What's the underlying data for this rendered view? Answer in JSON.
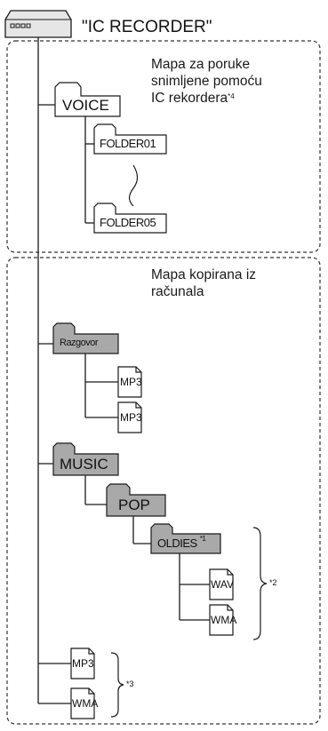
{
  "root": {
    "label": "\"IC RECORDER\"",
    "device_icon": "usb-drive-icon"
  },
  "recorded_section": {
    "caption": "Mapa za poruke snimljene pomoću IC rekordera",
    "caption_lines": [
      "Mapa za poruke",
      "snimljene pomoću",
      "IC rekordera"
    ],
    "caption_footnote": "*4",
    "voice_folder": "VOICE",
    "subfolders": [
      "FOLDER01",
      "FOLDER05"
    ],
    "ellipsis_glyph": "wavy-vertical-ellipsis"
  },
  "copied_section": {
    "caption": "Mapa kopirana iz računala",
    "caption_lines": [
      "Mapa kopirana iz",
      "računala"
    ],
    "talk_folder": {
      "label": "Razgovor",
      "files": [
        "MP3",
        "MP3"
      ]
    },
    "music_folder": {
      "label": "MUSIC",
      "pop_folder": {
        "label": "POP",
        "oldies_folder": {
          "label": "OLDIES",
          "footnote": "*1",
          "files": [
            "WAV",
            "WMA"
          ]
        }
      }
    },
    "root_files": [
      "MP3",
      "WMA"
    ],
    "footnote_oldies_bracket": "*2",
    "footnote_root_files_bracket": "*3"
  },
  "colors": {
    "line": "#1a1a1a",
    "dashed_border": "#333333",
    "grey_folder": "#a9a9a9",
    "device_fill": "#e6e6e6",
    "white": "#ffffff"
  }
}
